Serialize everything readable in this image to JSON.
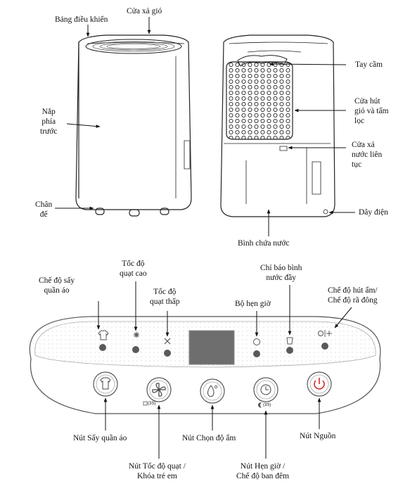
{
  "top_labels": {
    "control_panel": "Bảng điều khiển",
    "air_outlet": "Cửa xả gió",
    "front_cover": "Nắp\nphía\ntrước",
    "feet": "Chân\nđế",
    "handle": "Tay cầm",
    "air_inlet_filter": "Cửa hút\ngió và tấm\nlọc",
    "continuous_drain": "Cửa xả\nnước liên\ntục",
    "power_cord": "Dây điện",
    "water_tank": "Bình chứa nước"
  },
  "panel_labels": {
    "laundry_mode": "Chế độ sấy\nquần áo",
    "fan_high": "Tốc độ\nquạt cao",
    "fan_low": "Tốc độ\nquạt thấp",
    "timer": "Bộ hẹn giờ",
    "tank_full": "Chỉ báo bình\nnước đầy",
    "dehumid_defrost": "Chế độ hút ẩm/\nChế độ rã đông"
  },
  "button_labels": {
    "laundry_button": "Nút Sấy quần áo",
    "fan_lock_button": "Nút Tốc độ quạt /\nKhóa trẻ em",
    "humidity_button": "Nút Chọn độ ẩm",
    "timer_night_button": "Nút Hẹn giờ /\nChế độ ban đêm",
    "power_button": "Nút Nguồn"
  },
  "hold_hint": "(3S)",
  "colors": {
    "power_red": "#d42a2a",
    "panel_dot": "#5a5a5a",
    "display": "#6e6e6e"
  }
}
